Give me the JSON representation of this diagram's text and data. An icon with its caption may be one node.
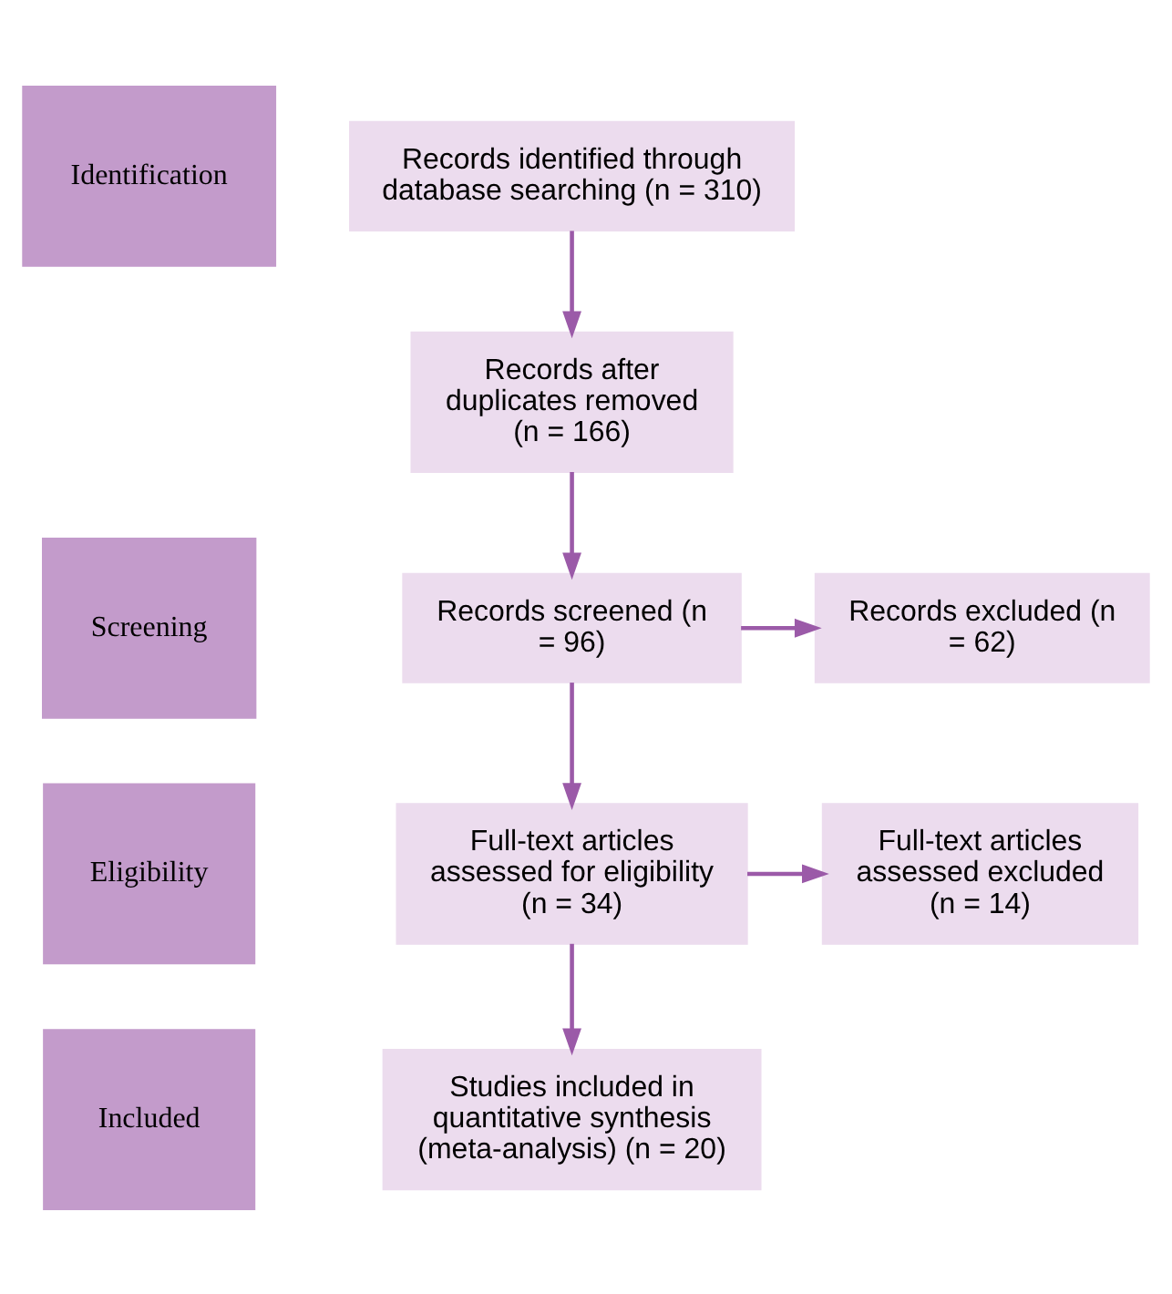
{
  "diagram": {
    "nodes": [
      {
        "text": [
          "Identification"
        ]
      },
      {
        "text": [
          "Screening"
        ]
      },
      {
        "text": [
          "Eligibility"
        ]
      },
      {
        "text": [
          "Included"
        ]
      },
      {
        "text": [
          "Records identified through database searching (n = 310)"
        ]
      },
      {
        "text": [
          "Records after duplicates removed (n = 166)"
        ]
      },
      {
        "text": [
          "Records screened (n = 96)"
        ]
      },
      {
        "text": [
          "Records excluded (n = 62)"
        ]
      },
      {
        "text": [
          "Full-text articles assessed for eligibility (n = 34)"
        ]
      },
      {
        "text": [
          "Full-text articles assessed excluded (n = 14)"
        ]
      },
      {
        "text": [
          "Studies included in quantitative synthesis (meta-analysis) (n = 20)"
        ]
      }
    ],
    "edges": [
      {
        "from": 4,
        "to": 5,
        "arrow": "to"
      },
      {
        "from": 5,
        "to": 6,
        "arrow": "to"
      },
      {
        "from": 6,
        "to": 7,
        "arrow": "to"
      },
      {
        "from": 6,
        "to": 8,
        "arrow": "to"
      },
      {
        "from": 8,
        "to": 9,
        "arrow": "to"
      },
      {
        "from": 8,
        "to": 10,
        "arrow": "to"
      }
    ]
  }
}
